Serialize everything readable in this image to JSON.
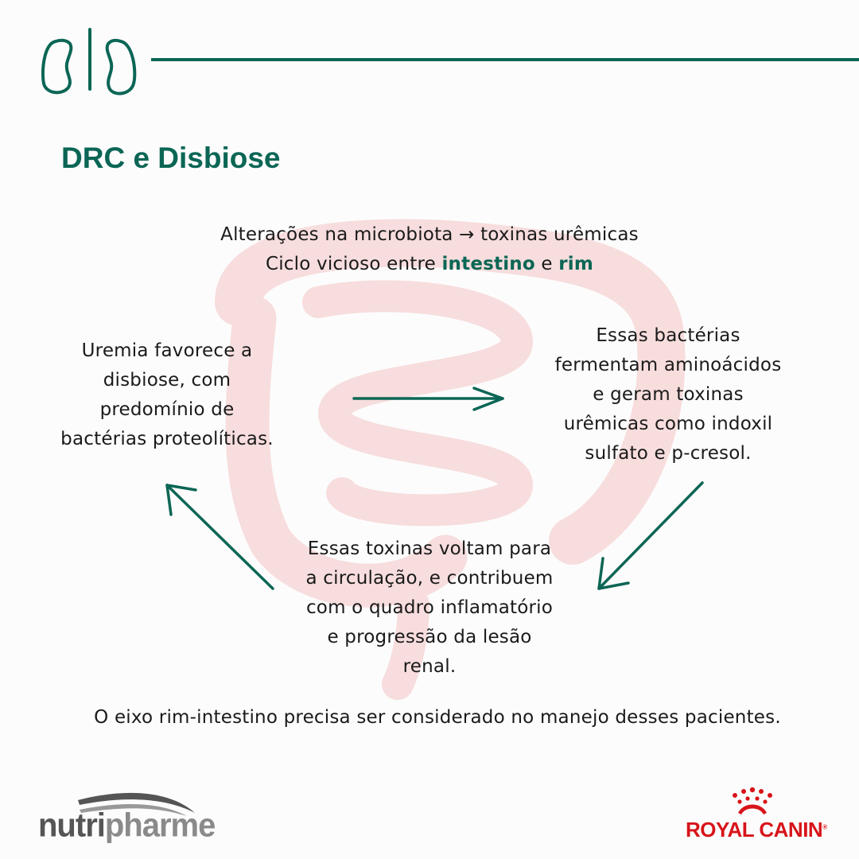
{
  "header": {
    "title": "DRC e Disbiose"
  },
  "intro": {
    "line1": "Alterações na microbiota → toxinas urêmicas",
    "line2_prefix": "Ciclo vicioso entre ",
    "line2_bold1": "intestino",
    "line2_mid": " e ",
    "line2_bold2": "rim"
  },
  "cycle": {
    "left": [
      "Uremia favorece a",
      "disbiose, com",
      "predomínio de",
      "bactérias proteolíticas."
    ],
    "right": [
      "Essas bactérias",
      "fermentam aminoácidos",
      "e geram toxinas",
      "urêmicas como indoxil",
      "sulfato e p-cresol."
    ],
    "bottom": [
      "Essas toxinas voltam para",
      "a circulação, e contribuem",
      "com o quadro inflamatório",
      "e progressão da lesão",
      "renal."
    ]
  },
  "conclusion": "O eixo rim-intestino precisa ser considerado no manejo desses pacientes.",
  "footer": {
    "logo_left_a": "nutri",
    "logo_left_b": "pharme",
    "logo_right": "ROYAL CANIN",
    "logo_right_mark": "®"
  },
  "colors": {
    "accent": "#0b6655",
    "brand_red": "#d7141a"
  }
}
